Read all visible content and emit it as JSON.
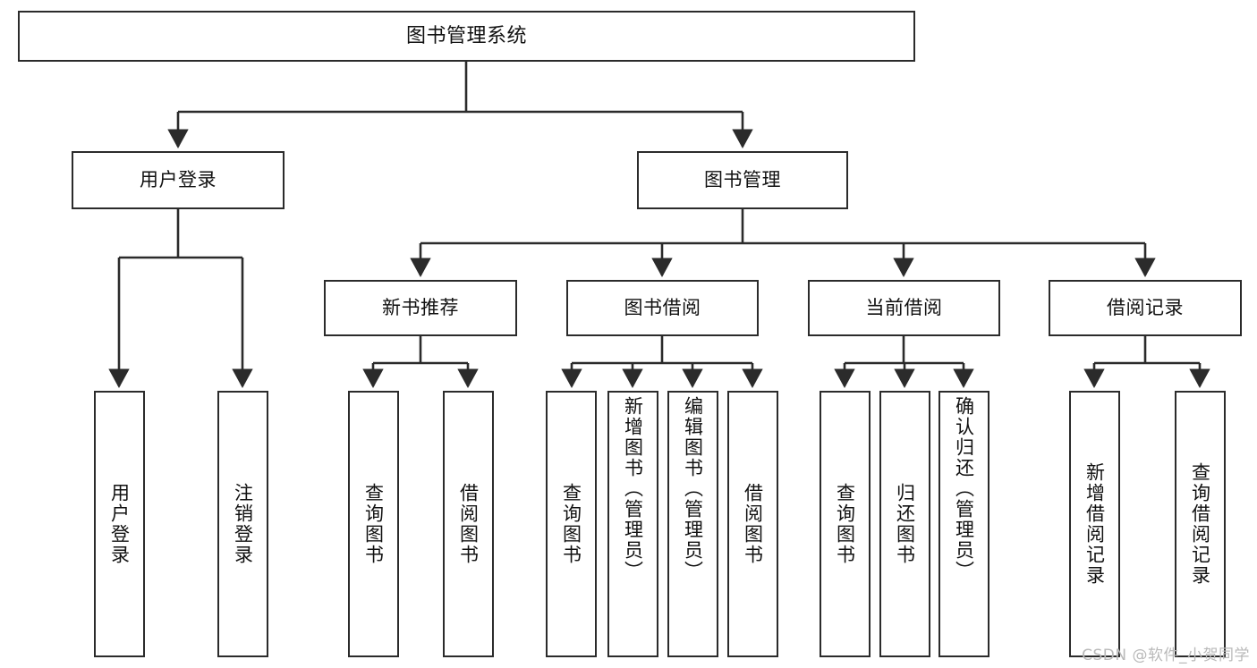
{
  "diagram": {
    "title": "图书管理系统",
    "type": "tree-structure-chart",
    "watermark": "CSDN @软件_小贺同学",
    "colors": {
      "background": "#ffffff",
      "node_border": "#2b2b2b",
      "node_fill": "#ffffff",
      "edge": "#2b2b2b",
      "text": "#111111",
      "watermark": "#b9b9b9"
    },
    "nodes": {
      "root": {
        "label": "图书管理系统"
      },
      "level2": [
        {
          "id": "user-login",
          "label": "用户登录"
        },
        {
          "id": "book-management",
          "label": "图书管理"
        }
      ],
      "level3": [
        {
          "id": "new-book-recommend",
          "label": "新书推荐"
        },
        {
          "id": "book-borrow",
          "label": "图书借阅"
        },
        {
          "id": "current-borrow",
          "label": "当前借阅"
        },
        {
          "id": "borrow-record",
          "label": "借阅记录"
        }
      ],
      "leaves": {
        "user_login": [
          {
            "id": "leaf-user-login",
            "label": "用户登录"
          },
          {
            "id": "leaf-logout-login",
            "label": "注销登录"
          }
        ],
        "new_book_recommend": [
          {
            "id": "leaf-query-book-1",
            "label": "查询图书"
          },
          {
            "id": "leaf-borrow-book-1",
            "label": "借阅图书"
          }
        ],
        "book_borrow": [
          {
            "id": "leaf-query-book-2",
            "label": "查询图书"
          },
          {
            "id": "leaf-add-book",
            "label": "新增图书（管理员）"
          },
          {
            "id": "leaf-edit-book",
            "label": "编辑图书（管理员）"
          },
          {
            "id": "leaf-borrow-book-2",
            "label": "借阅图书"
          }
        ],
        "current_borrow": [
          {
            "id": "leaf-query-book-3",
            "label": "查询图书"
          },
          {
            "id": "leaf-return-book",
            "label": "归还图书"
          },
          {
            "id": "leaf-confirm-return",
            "label": "确认归还（管理员）"
          }
        ],
        "borrow_record": [
          {
            "id": "leaf-add-record",
            "label": "新增借阅记录"
          },
          {
            "id": "leaf-query-record",
            "label": "查询借阅记录"
          }
        ]
      }
    }
  }
}
